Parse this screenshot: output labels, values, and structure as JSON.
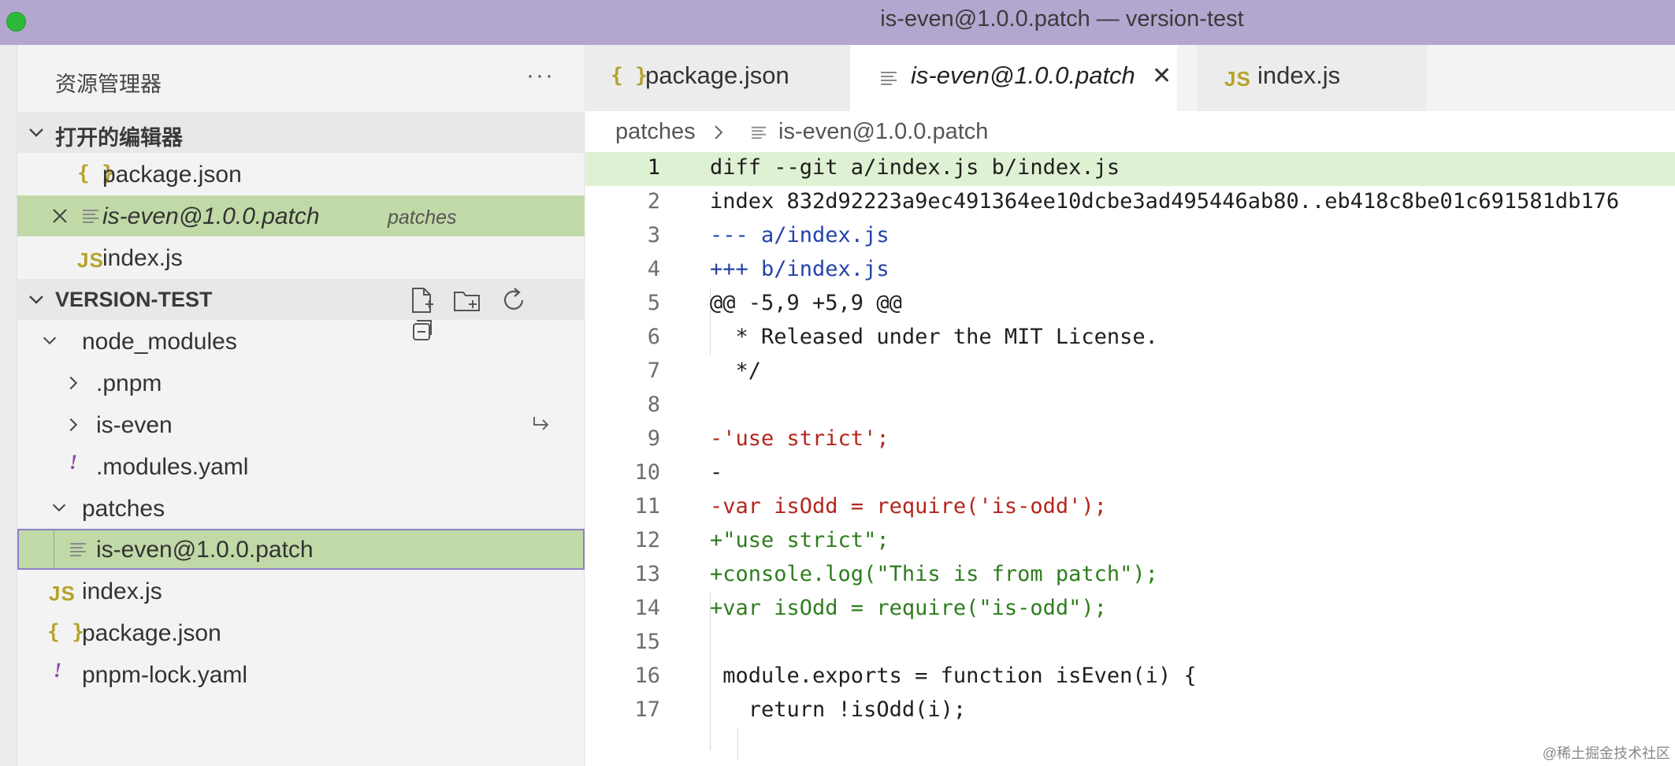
{
  "window": {
    "title": "is-even@1.0.0.patch — version-test"
  },
  "sidebar": {
    "title": "资源管理器",
    "more": "···",
    "open_editors": {
      "label": "打开的编辑器",
      "items": [
        {
          "label": "package.json",
          "icon": "json-braces-icon"
        },
        {
          "label": "is-even@1.0.0.patch",
          "description": "patches",
          "icon": "lines-icon"
        },
        {
          "label": "index.js",
          "icon": "js-icon"
        }
      ]
    },
    "project": {
      "label": "VERSION-TEST",
      "tree": [
        {
          "label": "node_modules",
          "type": "folder-open"
        },
        {
          "label": ".pnpm",
          "type": "folder-closed"
        },
        {
          "label": "is-even",
          "type": "folder-closed",
          "symlink": true
        },
        {
          "label": ".modules.yaml",
          "type": "yaml"
        },
        {
          "label": "patches",
          "type": "folder-open"
        },
        {
          "label": "is-even@1.0.0.patch",
          "type": "patch"
        },
        {
          "label": "index.js",
          "type": "js"
        },
        {
          "label": "package.json",
          "type": "json"
        },
        {
          "label": "pnpm-lock.yaml",
          "type": "yaml"
        }
      ]
    },
    "icons": {
      "json": "{ }",
      "js": "JS",
      "yaml": "!"
    }
  },
  "tabs": [
    {
      "label": "package.json",
      "icon": "{ }",
      "active": false
    },
    {
      "label": "is-even@1.0.0.patch",
      "active": true,
      "close": "✕"
    },
    {
      "label": "index.js",
      "icon": "JS",
      "active": false
    }
  ],
  "breadcrumb": {
    "folder": "patches",
    "file": "is-even@1.0.0.patch"
  },
  "code": {
    "lines": [
      {
        "n": "1",
        "text": "diff --git a/index.js b/index.js"
      },
      {
        "n": "2",
        "text": "index 832d92223a9ec491364ee10dcbe3ad495446ab80..eb418c8be01c691581db176"
      },
      {
        "n": "3",
        "text": "--- a/index.js"
      },
      {
        "n": "4",
        "text": "+++ b/index.js"
      },
      {
        "n": "5",
        "text": "@@ -5,9 +5,9 @@"
      },
      {
        "n": "6",
        "text": "  * Released under the MIT License."
      },
      {
        "n": "7",
        "text": "  */"
      },
      {
        "n": "8",
        "text": ""
      },
      {
        "n": "9",
        "text": "-'use strict';"
      },
      {
        "n": "10",
        "text": "-"
      },
      {
        "n": "11",
        "text": "-var isOdd = require('is-odd');"
      },
      {
        "n": "12",
        "text": "+\"use strict\";"
      },
      {
        "n": "13",
        "text": "+console.log(\"This is from patch\");"
      },
      {
        "n": "14",
        "text": "+var isOdd = require(\"is-odd\");"
      },
      {
        "n": "15",
        "text": ""
      },
      {
        "n": "16",
        "text": " module.exports = function isEven(i) {"
      },
      {
        "n": "17",
        "text": "   return !isOdd(i);"
      }
    ]
  },
  "watermark": "@稀土掘金技术社区",
  "colors": {
    "titlebar": "#b3a6cf",
    "selection": "#c1d9a7",
    "highlight_line": "#dff1d3",
    "removed": "#b3261e",
    "added": "#2e7d1e",
    "header_path": "#2443a8"
  }
}
